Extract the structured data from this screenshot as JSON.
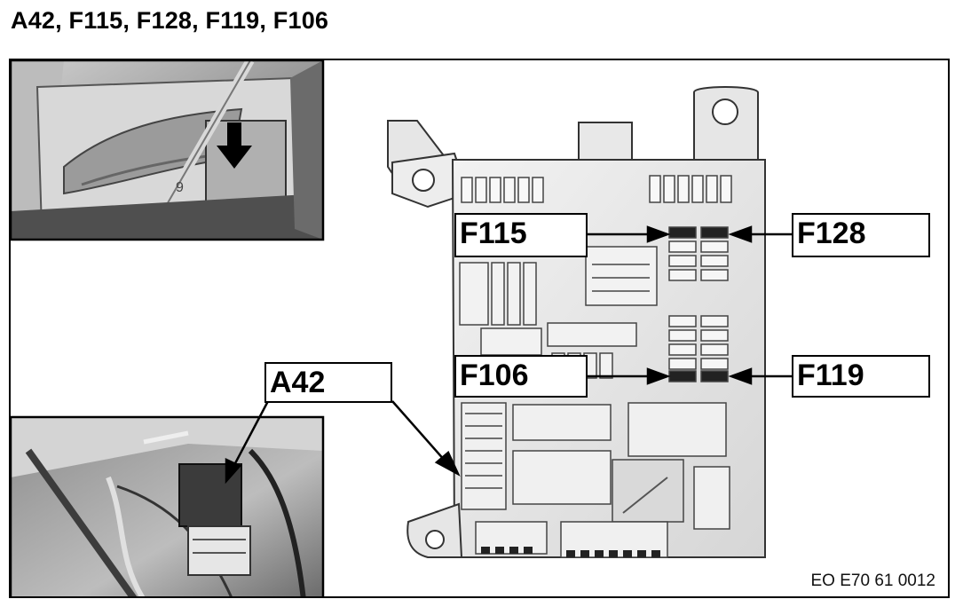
{
  "title": "A42, F115, F128, F119, F106",
  "callouts": {
    "f115": "F115",
    "f128": "F128",
    "f106": "F106",
    "f119": "F119",
    "a42": "A42"
  },
  "image_code": "EO E70 61 0012",
  "icons": {
    "down_arrow": "down-arrow-icon"
  }
}
